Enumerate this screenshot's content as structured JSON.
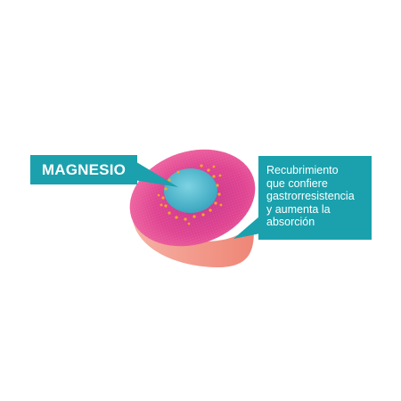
{
  "labels": {
    "core": "MAGNESIO",
    "coating": "Recubrimiento\nque confiere\ngastrorresistencia\ny aumenta la\nabsorción"
  },
  "colors": {
    "callout": "#1aa1ad",
    "callout_text": "#ffffff",
    "coating_outer": "#e94c8e",
    "coating_inner": "#d23b8b",
    "core": "#5cbfd4",
    "particles": "#f6a623",
    "rim_side": "#f5a08e"
  },
  "icons": [
    "tablet-cross-section-illustration",
    "magnesium-core-icon",
    "coating-particles-icon"
  ]
}
